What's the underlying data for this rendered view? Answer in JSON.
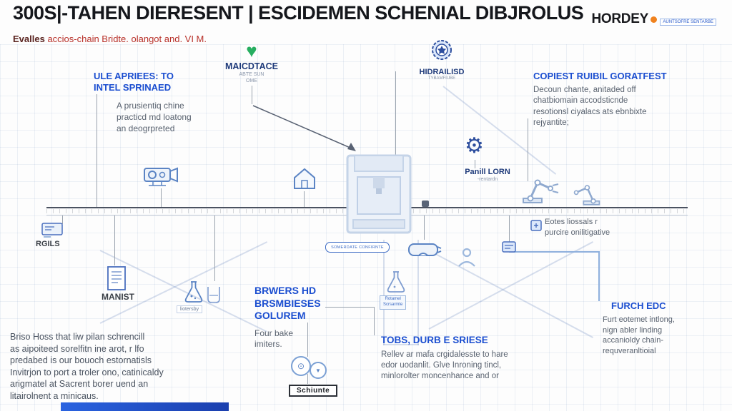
{
  "header": {
    "title": "300S|-TAHEN DIERESENT | ESCIDEMEN SCHENIAL DIBJROLUS",
    "subtitle_lead": "Evalles",
    "subtitle_rest": " accios-chain Bridte. olangot and. VI M.",
    "logo_text": "HORDEY",
    "logo_tagline": "AUNTSOFRE SENTARBE"
  },
  "icons": {
    "gear": "⚙",
    "heart": "♥",
    "circle_probe": "⊙",
    "circle_drop": "▼"
  },
  "callouts": {
    "ule": {
      "title": "ULE APRIEES: TO\nINTEL SPRINAED",
      "body": "A prusientiq chine\npracticd md loatong\nan deogrpreted"
    },
    "maicdtace": {
      "title": "MAICDTACE",
      "sub": "ABTE SUN\nOME"
    },
    "hidrailisd": {
      "title": "HIDRAILISD",
      "sub": "TYBAMFIUBE"
    },
    "copiest": {
      "title": "COPIEST RUIBIL GORATFEST",
      "body": "Decoun chante, anitaded off\nchatbiomain accodsticnde\nresotionsl ciyalacs ats ebnbixte\nrejyantite;"
    },
    "panill": {
      "title": "Panill LORN",
      "sub": "-rentardn"
    },
    "rgils": {
      "title": "RGILS"
    },
    "manist": {
      "title": "MANIST"
    },
    "liotersby": {
      "label": "liotersby"
    },
    "brwers": {
      "title": "BRWERS HD\nBRSMBIESES\nGOLUREM",
      "body": "Four bake\nimiters."
    },
    "eotes": {
      "body": "Eotes liossals r\npurcire onilitigative"
    },
    "tobs": {
      "title": "TOBS, DURB E SRIESE",
      "body": "Rellev ar mafa crgidalesste to hare\nedor uodanlit. Glve Inroning tincl,\nminlorolter moncenhance and or"
    },
    "furch": {
      "title": "FURCH EDC",
      "body": "Furt eotemet intlong,\nnign abler linding\naccanioldy chain-\nrequveranltioial"
    },
    "bottom_left": {
      "body": "Briso Hoss that liw pilan schrencill\nas aipoiteed sorelfitn ine arot, r lfo\npredabed is our bouoch estornatisls\nInvitrjon to port a troler ono, catinicaldy\narigmatel at Sacrent borer uend an\nlitairolnent a minicaus."
    },
    "schiunte": {
      "label": "Schiunte"
    },
    "belt_pill": {
      "label": "SOMERDATE CONFIRNTE"
    },
    "rotamel": {
      "label": "Rotamel\nScrsarmte"
    }
  },
  "colors": {
    "accent_blue": "#1b4ed0",
    "navy": "#1e3a7a",
    "body_gray": "#5a6370",
    "heart_green": "#27ae60",
    "logo_orange": "#f0821e",
    "bar_blue": "#2457d6",
    "icon_blue": "#5b84c4"
  }
}
